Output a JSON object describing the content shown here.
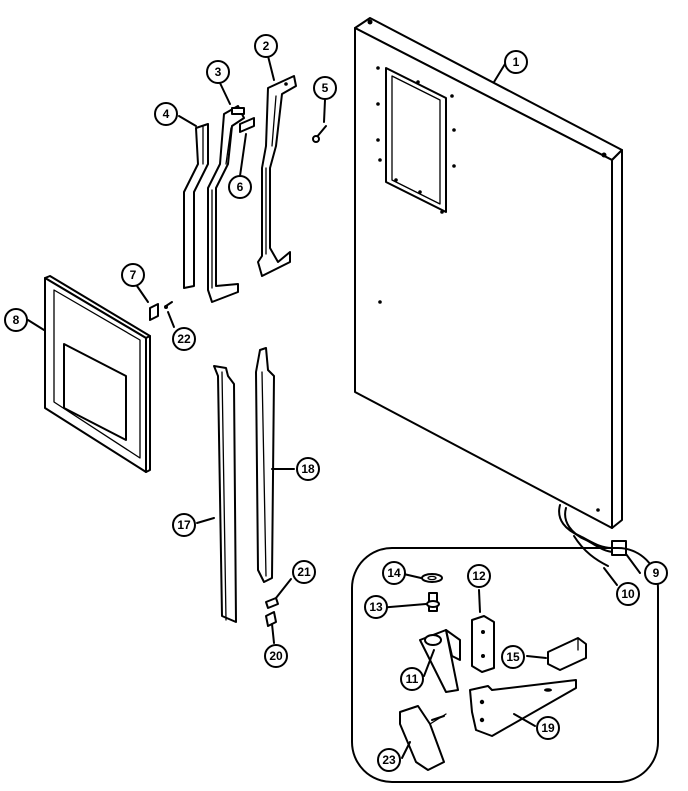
{
  "diagram": {
    "callouts": [
      {
        "id": "c1",
        "label": "1"
      },
      {
        "id": "c2",
        "label": "2"
      },
      {
        "id": "c3",
        "label": "3"
      },
      {
        "id": "c4",
        "label": "4"
      },
      {
        "id": "c5",
        "label": "5"
      },
      {
        "id": "c6",
        "label": "6"
      },
      {
        "id": "c7",
        "label": "7"
      },
      {
        "id": "c8",
        "label": "8"
      },
      {
        "id": "c9",
        "label": "9"
      },
      {
        "id": "c10",
        "label": "10"
      },
      {
        "id": "c11",
        "label": "11"
      },
      {
        "id": "c12",
        "label": "12"
      },
      {
        "id": "c13",
        "label": "13"
      },
      {
        "id": "c14",
        "label": "14"
      },
      {
        "id": "c15",
        "label": "15"
      },
      {
        "id": "c17",
        "label": "17"
      },
      {
        "id": "c18",
        "label": "18"
      },
      {
        "id": "c19",
        "label": "19"
      },
      {
        "id": "c20",
        "label": "20"
      },
      {
        "id": "c21",
        "label": "21"
      },
      {
        "id": "c22",
        "label": "22"
      },
      {
        "id": "c23",
        "label": "23"
      }
    ]
  }
}
